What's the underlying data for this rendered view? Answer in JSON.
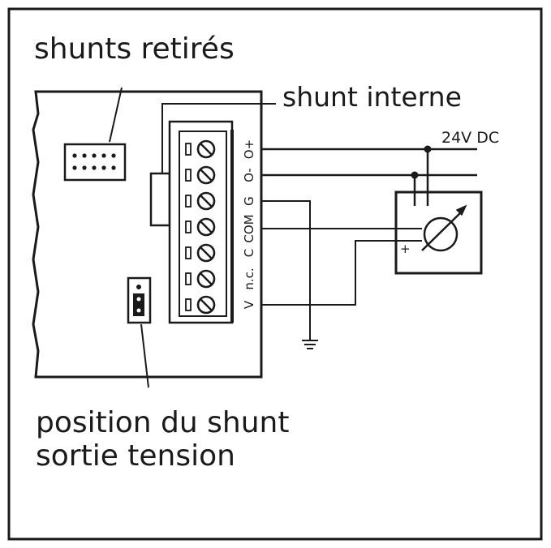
{
  "labels": {
    "shunts_removed": "shunts retirés",
    "internal_shunt": "shunt interne",
    "supply": "24V DC",
    "shunt_position_line1": "position du shunt",
    "shunt_position_line2": "sortie tension",
    "plus_sign": "+"
  },
  "terminals": [
    "O+",
    "O-",
    "G",
    "COM",
    "C",
    "n.c.",
    "V"
  ],
  "ground_symbol": "ground-icon",
  "meter_symbol": "meter-icon"
}
